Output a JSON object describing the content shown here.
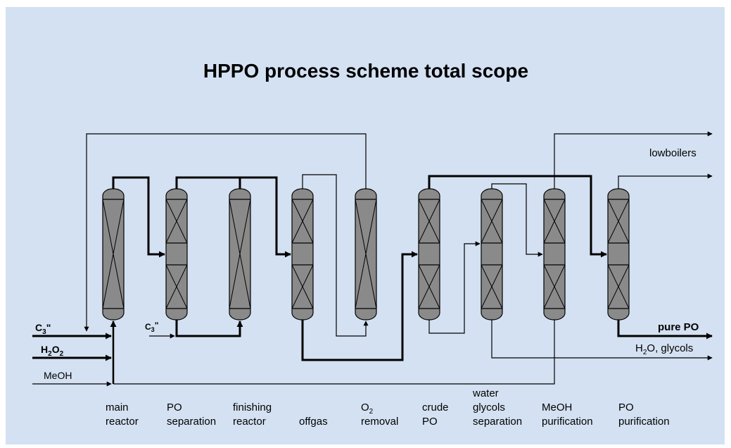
{
  "title": "HPPO process scheme total scope",
  "colors": {
    "background": "#d4e1f2",
    "column_fill": "#8a8a8a",
    "line": "#000000"
  },
  "inputs": {
    "c3": "C",
    "c3_sub": "3",
    "c3_mark": "\"",
    "h2o2": "H",
    "h2o2_sub1": "2",
    "h2o2_mid": "O",
    "h2o2_sub2": "2",
    "meoh": "MeOH",
    "c3_second": "C",
    "c3_second_sub": "3",
    "c3_second_mark": "\""
  },
  "outputs": {
    "lowboilers": "lowboilers",
    "pure_po": "pure PO",
    "water_glycols_h": "H",
    "water_glycols_sub": "2",
    "water_glycols_rest": "O, glycols"
  },
  "units": [
    {
      "line1": "main",
      "line2": "reactor"
    },
    {
      "line1": "PO",
      "line2": "separation"
    },
    {
      "line1": "finishing",
      "line2": "reactor"
    },
    {
      "line1": "",
      "line2": "offgas"
    },
    {
      "line1": "O",
      "line1_sub": "2",
      "line2": "removal"
    },
    {
      "line1": "crude",
      "line2": "PO"
    },
    {
      "line0": "water",
      "line1": "glycols",
      "line2": "separation"
    },
    {
      "line1": "MeOH",
      "line2": "purification"
    },
    {
      "line1": "PO",
      "line2": "purification"
    }
  ]
}
